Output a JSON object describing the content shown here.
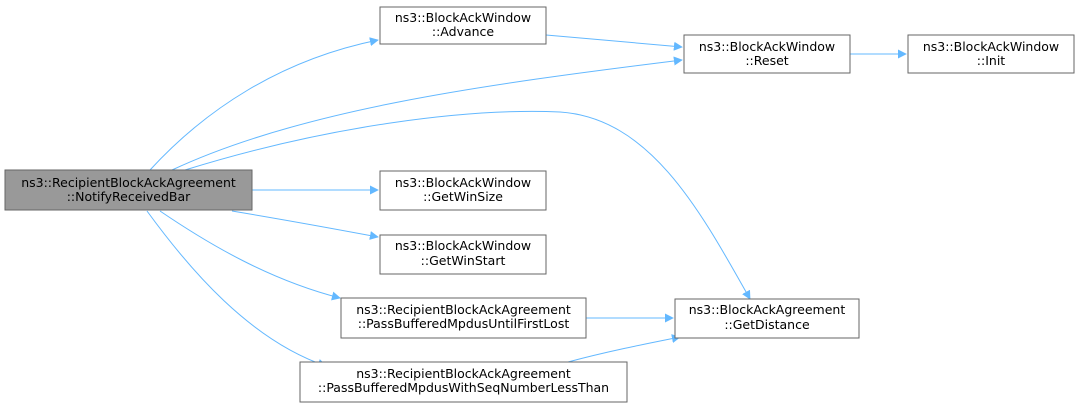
{
  "colors": {
    "edge": "#63b8ff",
    "node_fill": "#ffffff",
    "node_border": "#666666",
    "root_fill": "#999999",
    "root_border": "#666666",
    "text": "#000000"
  },
  "nodes": {
    "root": {
      "line1": "ns3::RecipientBlockAckAgreement",
      "line2": "::NotifyReceivedBar"
    },
    "advance": {
      "line1": "ns3::BlockAckWindow",
      "line2": "::Advance"
    },
    "reset": {
      "line1": "ns3::BlockAckWindow",
      "line2": "::Reset"
    },
    "init": {
      "line1": "ns3::BlockAckWindow",
      "line2": "::Init"
    },
    "get_win_size": {
      "line1": "ns3::BlockAckWindow",
      "line2": "::GetWinSize"
    },
    "get_win_start": {
      "line1": "ns3::BlockAckWindow",
      "line2": "::GetWinStart"
    },
    "pass_until_first_lost": {
      "line1": "ns3::RecipientBlockAckAgreement",
      "line2": "::PassBufferedMpdusUntilFirstLost"
    },
    "pass_seq_less_than": {
      "line1": "ns3::RecipientBlockAckAgreement",
      "line2": "::PassBufferedMpdusWithSeqNumberLessThan"
    },
    "get_distance": {
      "line1": "ns3::BlockAckAgreement",
      "line2": "::GetDistance"
    }
  },
  "edges": [
    {
      "from": "root",
      "to": "advance"
    },
    {
      "from": "root",
      "to": "reset"
    },
    {
      "from": "root",
      "to": "get_distance"
    },
    {
      "from": "root",
      "to": "get_win_size"
    },
    {
      "from": "root",
      "to": "get_win_start"
    },
    {
      "from": "root",
      "to": "pass_until_first_lost"
    },
    {
      "from": "root",
      "to": "pass_seq_less_than"
    },
    {
      "from": "advance",
      "to": "reset"
    },
    {
      "from": "reset",
      "to": "init"
    },
    {
      "from": "pass_until_first_lost",
      "to": "get_distance"
    },
    {
      "from": "pass_seq_less_than",
      "to": "get_distance"
    }
  ]
}
